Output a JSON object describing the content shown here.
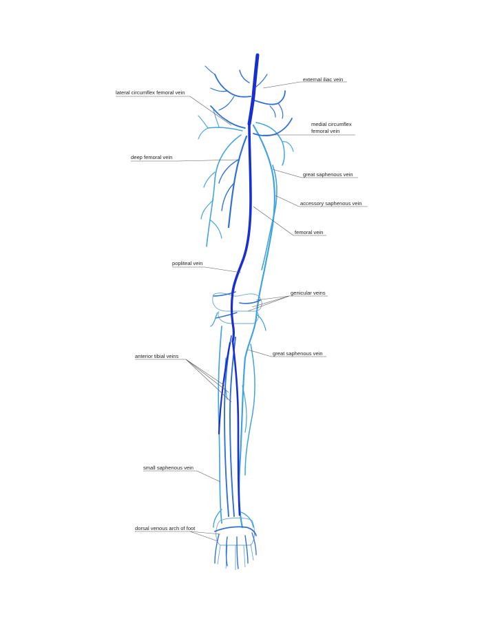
{
  "diagram": {
    "colors": {
      "deep_vein": "#1a2fd0",
      "mid_vein": "#2f6fd8",
      "superficial_vein": "#3fa3e0",
      "outline": "#6aa6d8",
      "label_text": "#222222",
      "leader_line": "#555555",
      "background": "#ffffff"
    },
    "labels": {
      "external_iliac": "external iliac vein",
      "lateral_circumflex": "lateral circumflex femoral vein",
      "medial_circumflex_1": "medial circumflex",
      "medial_circumflex_2": "femoral vein",
      "deep_femoral": "deep femoral vein",
      "great_saphenous_upper": "great saphenous vein",
      "accessory_saphenous": "accessory saphenous vein",
      "femoral": "femoral vein",
      "popliteal": "popliteal vein",
      "genicular": "genicular veins",
      "great_saphenous_lower": "great saphenous vein",
      "anterior_tibial": "anterior tibial veins",
      "small_saphenous": "small saphenous vein",
      "dorsal_arch": "dorsal venous arch of foot"
    }
  }
}
